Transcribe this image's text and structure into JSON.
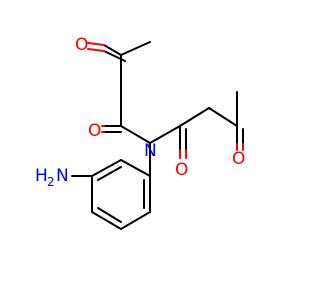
{
  "molecule": {
    "atom_labels": {
      "o_top_ketone": "O",
      "o_left_amide": "O",
      "n_imide": "N",
      "o_right_amide": "O",
      "o_right_ketone": "O",
      "nh2_h": "H",
      "nh2_sub": "2",
      "nh2_n": "N"
    }
  },
  "colors": {
    "bond": "#000000",
    "oxygen": "#ff0000",
    "nitrogen": "#0000ff",
    "background": "#ffffff"
  }
}
